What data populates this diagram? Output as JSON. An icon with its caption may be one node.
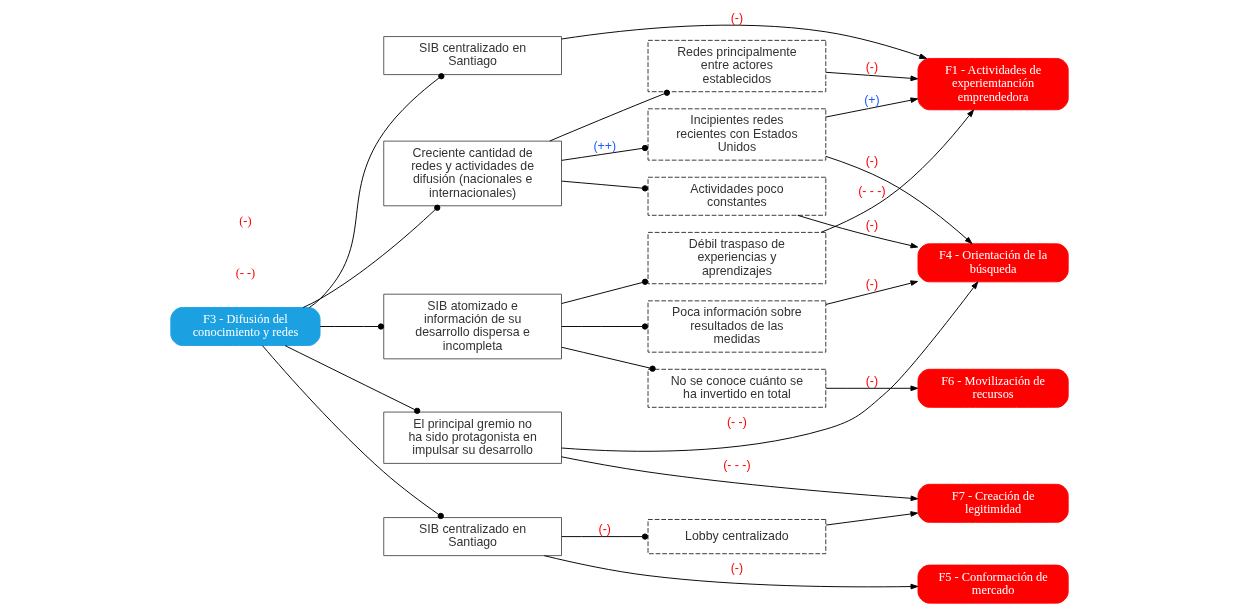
{
  "diagram": {
    "nodes": [
      {
        "text": [
          "F3 - Difusión del conocimiento y redes"
        ]
      },
      {
        "text": [
          "SIB centralizado en Santiago"
        ]
      },
      {
        "text": [
          "Creciente cantidad de redes y actividades de difusión (nacionales e internacionales)"
        ]
      },
      {
        "text": [
          "SIB atomizado e información de su desarrollo dispersa e incompleta"
        ]
      },
      {
        "text": [
          "El principal gremio no ha sido protagonista en impulsar su desarrollo"
        ]
      },
      {
        "text": [
          "SIB centralizado en Santiago"
        ]
      },
      {
        "text": [
          "Redes principalmente entre actores establecidos"
        ]
      },
      {
        "text": [
          "Incipientes redes recientes con Estados Unidos"
        ]
      },
      {
        "text": [
          "Actividades poco constantes"
        ]
      },
      {
        "text": [
          "Débil traspaso de experiencias y aprendizajes"
        ]
      },
      {
        "text": [
          "Poca información sobre resultados de las medidas"
        ]
      },
      {
        "text": [
          "No se conoce cuánto se ha invertido en total"
        ]
      },
      {
        "text": [
          "Lobby centralizado"
        ]
      },
      {
        "text": [
          "F1 - Actividades de experiemtanción emprendedora"
        ]
      },
      {
        "text": [
          "F4 - Orientación de la búsqueda"
        ]
      },
      {
        "text": [
          "F6 - Movilización de recursos"
        ]
      },
      {
        "text": [
          "F7 - Creación de legitimidad"
        ]
      },
      {
        "text": [
          "F5 - Conformación de mercado"
        ]
      }
    ],
    "edges": [
      {
        "from": 0,
        "to": 1,
        "arrow": "other"
      },
      {
        "from": 0,
        "to": 2,
        "arrow": "other"
      },
      {
        "from": 0,
        "to": 3,
        "arrow": "other"
      },
      {
        "from": 0,
        "to": 4,
        "arrow": "other"
      },
      {
        "from": 0,
        "to": 5,
        "arrow": "other"
      },
      {
        "from": 2,
        "to": 6,
        "arrow": "other"
      },
      {
        "from": 2,
        "to": 7,
        "arrow": "other",
        "label": "(++)"
      },
      {
        "from": 2,
        "to": 8,
        "arrow": "other"
      },
      {
        "from": 3,
        "to": 9,
        "arrow": "other"
      },
      {
        "from": 3,
        "to": 10,
        "arrow": "other"
      },
      {
        "from": 3,
        "to": 11,
        "arrow": "other"
      },
      {
        "from": 5,
        "to": 12,
        "arrow": "other",
        "label": "(-)"
      },
      {
        "from": 1,
        "to": 13,
        "arrow": "to",
        "label": "(-)"
      },
      {
        "from": 6,
        "to": 13,
        "arrow": "to",
        "label": "(-)"
      },
      {
        "from": 7,
        "to": 13,
        "arrow": "to",
        "label": "(+)"
      },
      {
        "from": 9,
        "to": 13,
        "arrow": "to",
        "label": "(- - -)"
      },
      {
        "from": 7,
        "to": 14,
        "arrow": "to",
        "label": "(-)"
      },
      {
        "from": 8,
        "to": 14,
        "arrow": "to",
        "label": "(-)"
      },
      {
        "from": 10,
        "to": 14,
        "arrow": "to",
        "label": "(-)"
      },
      {
        "from": 4,
        "to": 14,
        "arrow": "to",
        "label": "(- -)"
      },
      {
        "from": 11,
        "to": 15,
        "arrow": "to",
        "label": "(-)"
      },
      {
        "from": 4,
        "to": 16,
        "arrow": "to",
        "label": "(- - -)"
      },
      {
        "from": 12,
        "to": 16,
        "arrow": "to"
      },
      {
        "from": 5,
        "to": 17,
        "arrow": "to",
        "label": "(-)"
      }
    ],
    "labels": [
      "(- -)",
      "(-)"
    ]
  }
}
